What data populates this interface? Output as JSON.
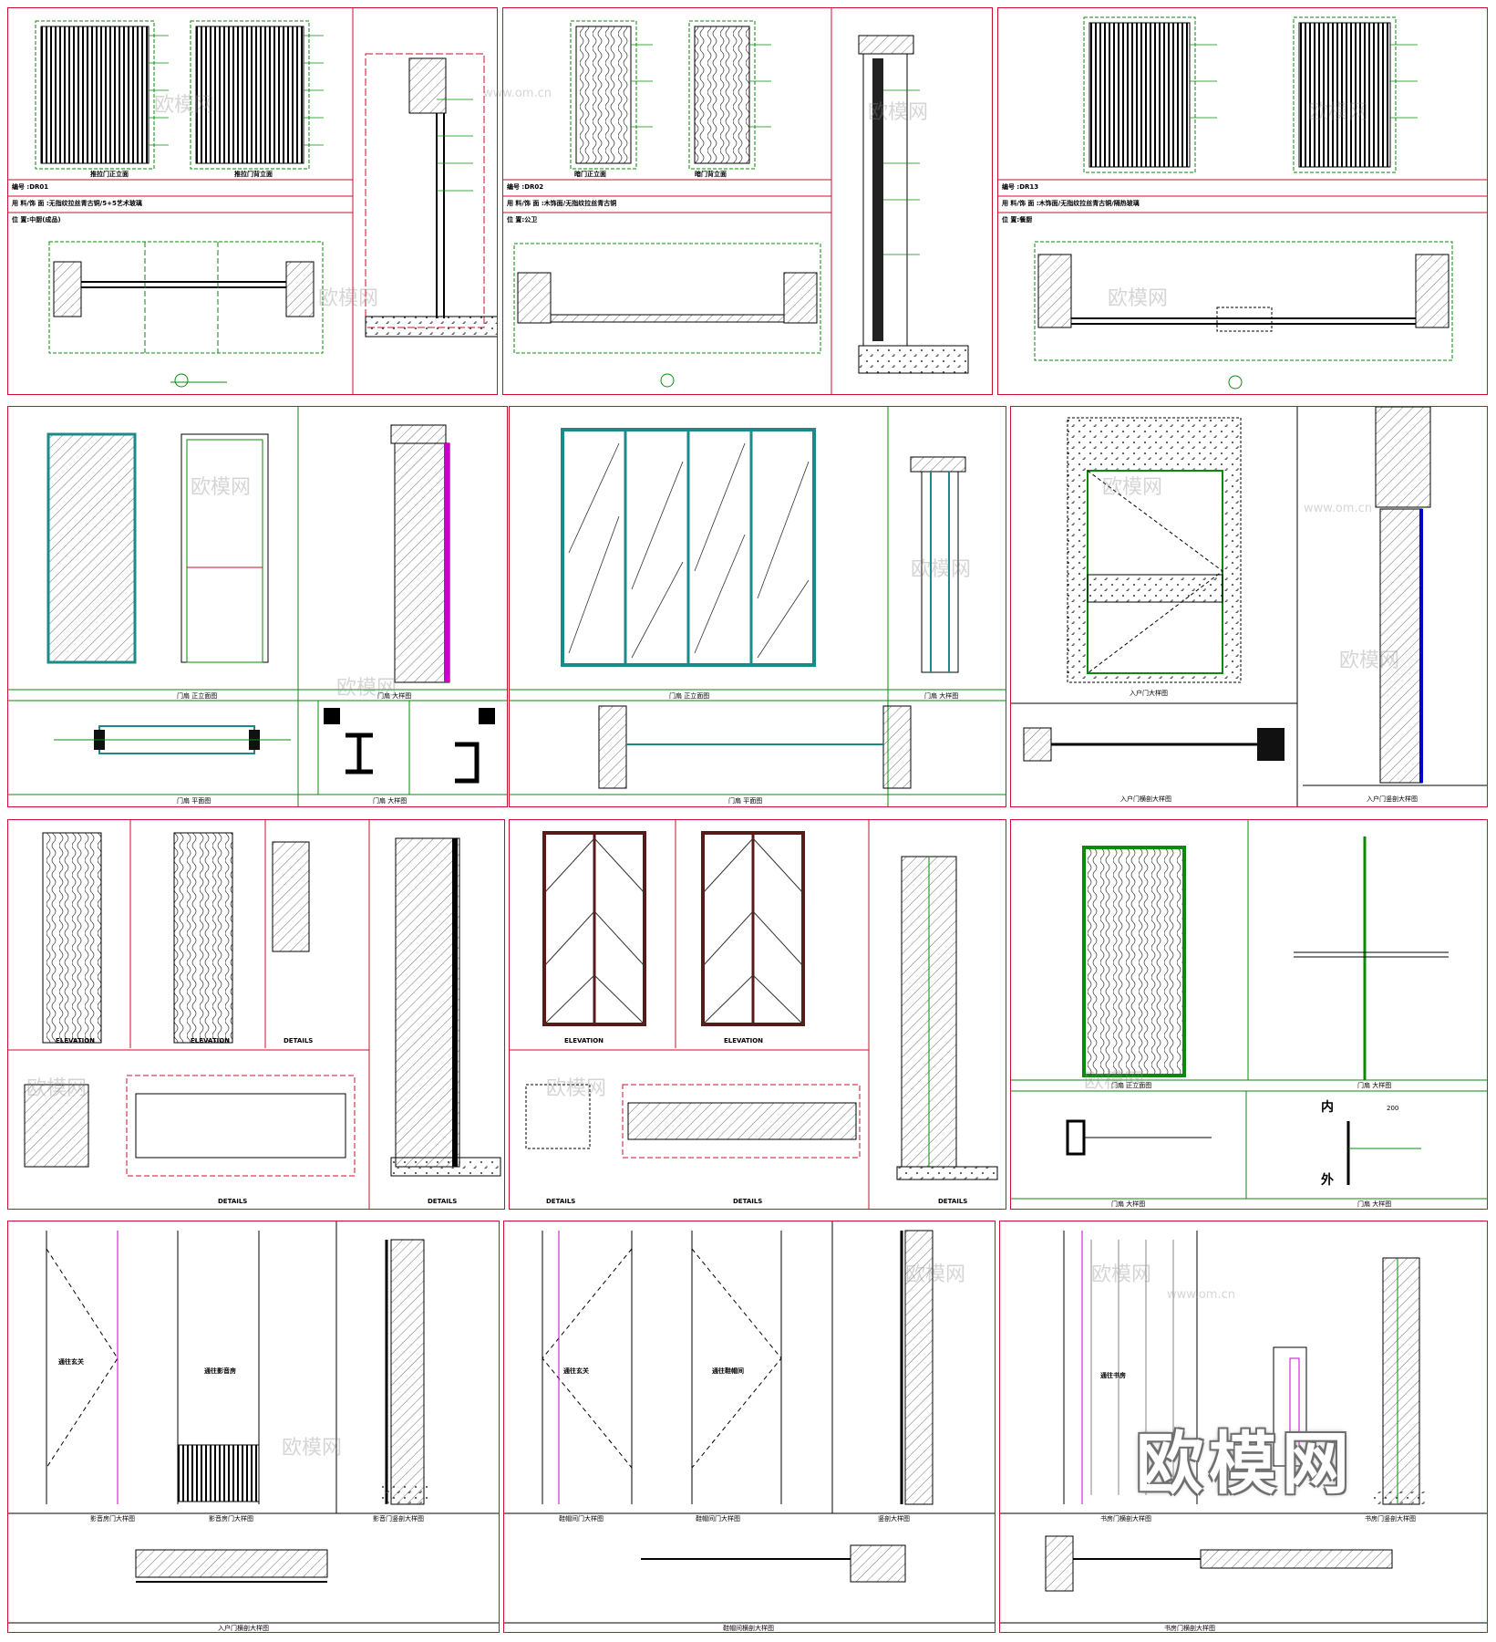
{
  "watermark": {
    "brand": "欧模网",
    "url": "www.om.cn"
  },
  "row1": {
    "sheet1": {
      "view_a": "推拉门正立面",
      "view_b": "推拉门背立面",
      "code": "编号 :DR01",
      "material": "用 料/饰 面 :无指纹拉丝青古铜/5+5艺术玻璃",
      "location": "位 置:中厨(成品)"
    },
    "sheet2": {
      "view_a": "暗门正立面",
      "view_b": "暗门背立面",
      "code": "编号 :DR02",
      "material": "用 料/饰 面 :木饰面/无指纹拉丝青古铜",
      "location": "位 置:公卫"
    },
    "sheet3": {
      "code": "编号 :DR13",
      "material": "用 料/饰 面 :木饰面/无指纹拉丝青古铜/隔热玻璃",
      "location": "位 置:餐厨"
    }
  },
  "row2": {
    "sheet4": {
      "footer_a": "门扇 正立面图",
      "footer_b": "门扇 大样图",
      "footer_c": "门扇 平面图"
    },
    "sheet5": {
      "footer_a": "门扇 正立面图",
      "footer_b": "门扇 大样图",
      "footer_c": "门扇 平面图"
    },
    "sheet6": {
      "title_a": "入户门大样图",
      "title_b": "入户门横剖大样图",
      "title_c": "入户门竖剖大样图"
    }
  },
  "row3": {
    "sheet7": {
      "elev1": "ELEVATION",
      "elev2": "ELEVATION",
      "details": "DETAILS"
    },
    "sheet8": {
      "elev1": "ELEVATION",
      "elev2": "ELEVATION",
      "details": "DETAILS"
    },
    "sheet9": {
      "footer_a": "门扇 正立面图",
      "footer_b": "门扇 大样图",
      "inner": "内",
      "outer": "外",
      "dim": "200"
    }
  },
  "row4": {
    "sheet10": {
      "text_a": "通往玄关",
      "text_b": "通往影音房",
      "title_a": "影音房门大样图",
      "title_b": "影音房门大样图",
      "title_c": "影音门竖剖大样图",
      "title_d": "入户门横剖大样图"
    },
    "sheet11": {
      "text_a": "通往玄关",
      "text_b": "通往鞋帽间",
      "title_a": "鞋帽间门大样图",
      "title_b": "鞋帽间门大样图",
      "title_c": "竖剖大样图",
      "title_d": "鞋帽间横剖大样图"
    },
    "sheet12": {
      "text_a": "通往书房",
      "title_a": "书房门横剖大样图",
      "title_b": "书房门竖剖大样图",
      "title_c": "书房门横剖大样图"
    }
  },
  "colors": {
    "frame": "#c8102e",
    "leader": "#0a8a0a",
    "line": "#000000",
    "accent": "#0000cc",
    "magenta": "#cc00cc"
  }
}
